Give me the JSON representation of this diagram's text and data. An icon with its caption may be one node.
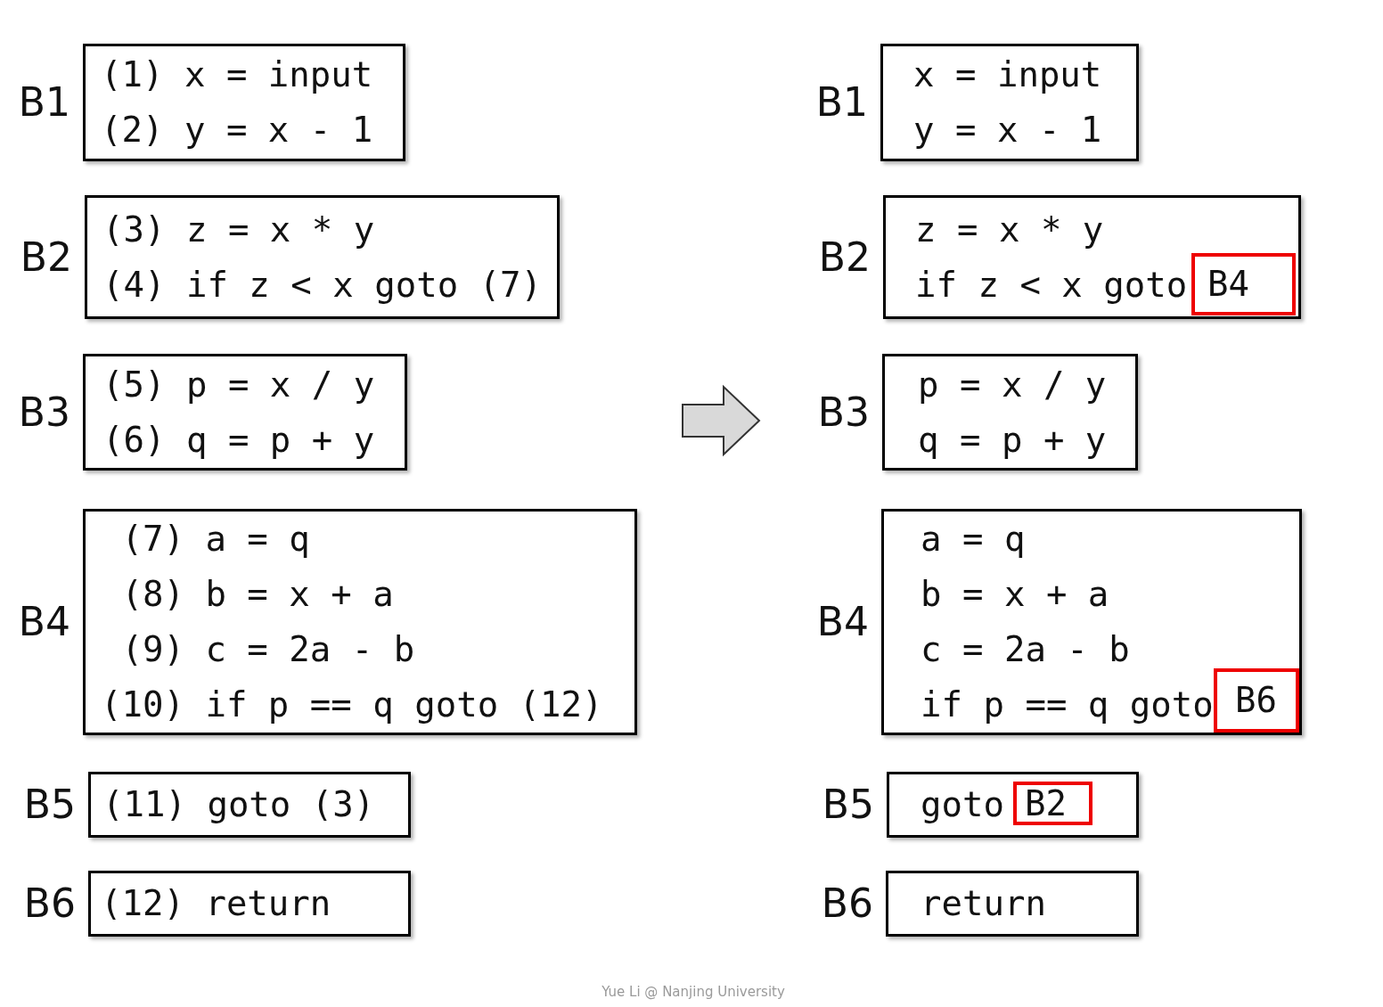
{
  "diagram": {
    "nodes": [
      {
        "text": [
          "(1) x = input",
          "(2) y = x - 1"
        ],
        "beside": [
          "B1"
        ]
      },
      {
        "text": [
          "(3) z = x * y",
          "(4) if z < x goto (7)"
        ],
        "beside": [
          "B2"
        ]
      },
      {
        "text": [
          "(5) p = x / y",
          "(6) q = p + y"
        ],
        "beside": [
          "B3"
        ]
      },
      {
        "text": [
          "(7) a = q",
          "(8) b = x + a",
          "(9) c = 2a - b",
          "(10) if p == q goto (12)"
        ],
        "beside": [
          "B4"
        ]
      },
      {
        "text": [
          "(11) goto (3)"
        ],
        "beside": [
          "B5"
        ]
      },
      {
        "text": [
          "(12) return"
        ],
        "beside": [
          "B6"
        ]
      },
      {
        "text": [
          "x = input",
          "y = x - 1"
        ],
        "beside": [
          "B1"
        ]
      },
      {
        "text": [
          "z = x * y",
          "if z < x goto"
        ],
        "beside": [
          "B2"
        ]
      },
      {
        "text": [
          "B4"
        ],
        "in": 7
      },
      {
        "text": [
          "p = x / y",
          "q = p + y"
        ],
        "beside": [
          "B3"
        ]
      },
      {
        "text": [
          "a = q",
          "b = x + a",
          "c = 2a - b",
          "if p == q goto"
        ],
        "beside": [
          "B4"
        ]
      },
      {
        "text": [
          "B6"
        ],
        "in": 10
      },
      {
        "text": [
          "goto"
        ],
        "beside": [
          "B5"
        ]
      },
      {
        "text": [
          "B2"
        ],
        "in": 12
      },
      {
        "text": [
          "return"
        ],
        "beside": [
          "B6"
        ]
      }
    ],
    "labels": [
      "Yue Li @ Nanjing University"
    ]
  }
}
